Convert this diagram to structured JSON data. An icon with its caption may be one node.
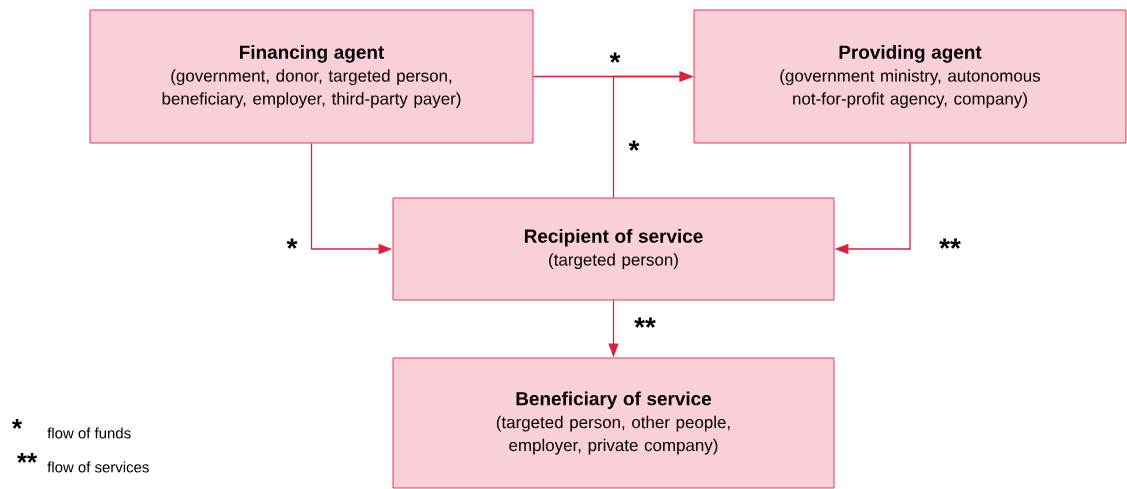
{
  "diagram": {
    "nodes": [
      {
        "text": [
          "Financing agent",
          "(government, donor, targeted person, beneficiary, employer, third-party payer)"
        ]
      },
      {
        "text": [
          "Providing agent",
          "(government ministry, autonomous not-for-profit agency, company)"
        ]
      },
      {
        "text": [
          "Recipient of service",
          "(targeted person)"
        ]
      },
      {
        "text": [
          "Beneficiary of service",
          "(targeted person, other people, employer, private company)"
        ]
      }
    ],
    "edges": [
      {
        "from": 0,
        "to": 1,
        "arrow": "to",
        "label": "*"
      },
      {
        "from": 2,
        "to": 1,
        "arrow": "to",
        "label": "*"
      },
      {
        "from": 0,
        "to": 2,
        "arrow": "to",
        "label": "*"
      },
      {
        "from": 1,
        "to": 2,
        "arrow": "to",
        "label": "**"
      },
      {
        "from": 2,
        "to": 3,
        "arrow": "to",
        "label": "**"
      }
    ],
    "labels": [
      "*",
      "**"
    ],
    "legend": [
      {
        "text": "flow of funds"
      },
      {
        "text": "flow of services"
      }
    ]
  }
}
